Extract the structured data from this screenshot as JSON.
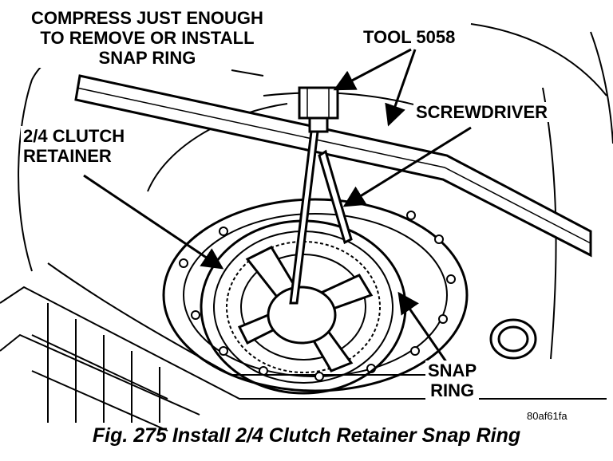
{
  "callouts": {
    "compress": [
      "COMPRESS JUST ENOUGH",
      "TO REMOVE OR INSTALL",
      "SNAP RING"
    ],
    "tool": "TOOL 5058",
    "screwdriver": "SCREWDRIVER",
    "retainer": [
      "2/4 CLUTCH",
      "RETAINER"
    ],
    "snap_ring": [
      "SNAP",
      "RING"
    ]
  },
  "figure_id": "80af61fa",
  "caption": "Fig. 275 Install 2/4 Clutch Retainer Snap Ring",
  "colors": {
    "ink": "#000000",
    "paper": "#ffffff"
  }
}
